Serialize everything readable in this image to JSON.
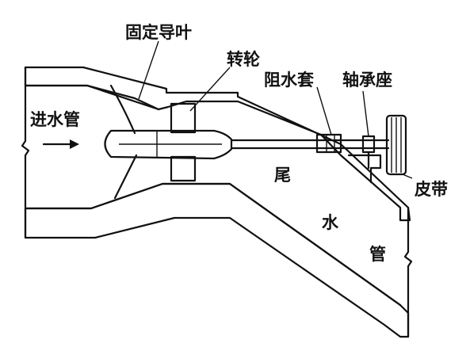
{
  "labels": {
    "fixed_guide_vane": "固定导叶",
    "runner": "转轮",
    "water_seal": "阻水套",
    "bearing_seat": "轴承座",
    "inlet_pipe": "进水管",
    "belt": "皮带",
    "draft_tube_1": "尾",
    "draft_tube_2": "水",
    "draft_tube_3": "管"
  }
}
